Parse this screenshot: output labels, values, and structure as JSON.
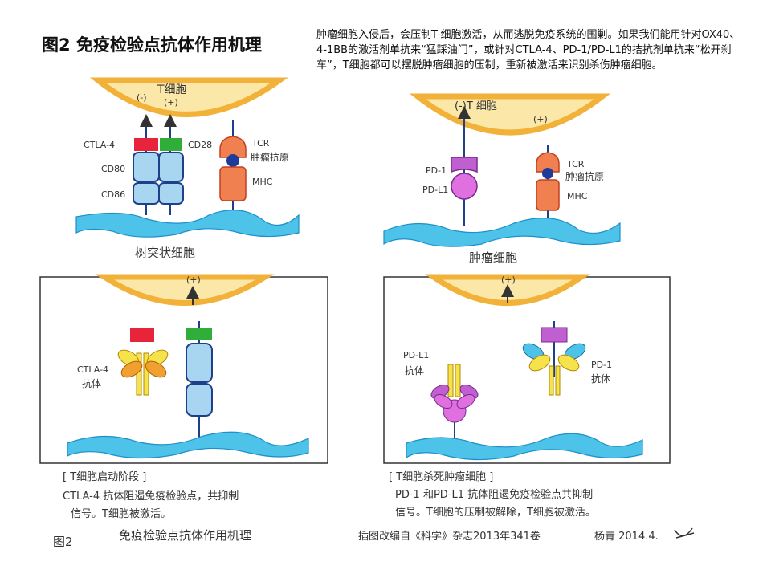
{
  "title": "图2 免疫检验点抗体作用机理",
  "intro": "肿瘤细胞入侵后，会压制T-细胞激活，从而逃脱免疫系统的围剿。如果我们能用针对OX40、4-1BB的激活剂单抗来“猛踩油门”，或针对CTLA-4、PD-1/PD-L1的拮抗剂单抗来“松开刹车”，T细胞都可以摆脱肿瘤细胞的压制，重新被激活来识别杀伤肿瘤细胞。",
  "panel1": {
    "minus": "(-)",
    "plus": "(+)",
    "t_cell": "T细胞",
    "ctla4": "CTLA-4",
    "cd28": "CD28",
    "cd80": "CD80",
    "cd86": "CD86",
    "tcr": "TCR",
    "tumor_antigen": "肿瘤抗原",
    "mhc": "MHC",
    "dendritic_cell": "树突状细胞"
  },
  "panel2": {
    "minus_t": "(-)T 细胞",
    "plus": "(+)",
    "pd1": "PD-1",
    "pdl1": "PD-L1",
    "tcr": "TCR",
    "tumor_antigen": "肿瘤抗原",
    "mhc": "MHC",
    "tumor_cell": "肿瘤细胞"
  },
  "panel3": {
    "plus": "(+)",
    "ctla4_ab": "CTLA-4",
    "antibody": "抗体"
  },
  "panel4": {
    "plus": "(+)",
    "pdl1_ab": "PD-L1",
    "antibody_left": "抗体",
    "pd1_ab": "PD-1",
    "antibody_right": "抗体"
  },
  "caption_left": {
    "stage": "[ T细胞启动阶段 ]",
    "line1": "CTLA-4 抗体阻遏免疫检验点，共抑制",
    "line2": "信号。T细胞被激活。"
  },
  "caption_right": {
    "stage": "[ T细胞杀死肿瘤细胞 ]",
    "line1": "PD-1 和PD-L1 抗体阻遏免疫检验点共抑制",
    "line2": "信号。T细胞的压制被解除，T细胞被激活。"
  },
  "footer": {
    "fig_label": "图2",
    "fig_title": "免疫检验点抗体作用机理",
    "source": "插图改编自《科学》杂志2013年341卷",
    "signature": "杨青 2014.4."
  },
  "colors": {
    "t_cell_fill": "#fbe7a8",
    "t_cell_rim": "#f2b23a",
    "membrane": "#4ec3ea",
    "line": "#1e3f8a",
    "ctla4": "#e8243a",
    "cd28": "#2fae3a",
    "cd80_86": "#a8d6f0",
    "mhc": "#f08050",
    "antigen": "#1d3c9a",
    "pd1": "#c060d0",
    "pdl1": "#e070e0",
    "antibody_yellow": "#f6e24a",
    "antibody_orange": "#f0a030"
  }
}
